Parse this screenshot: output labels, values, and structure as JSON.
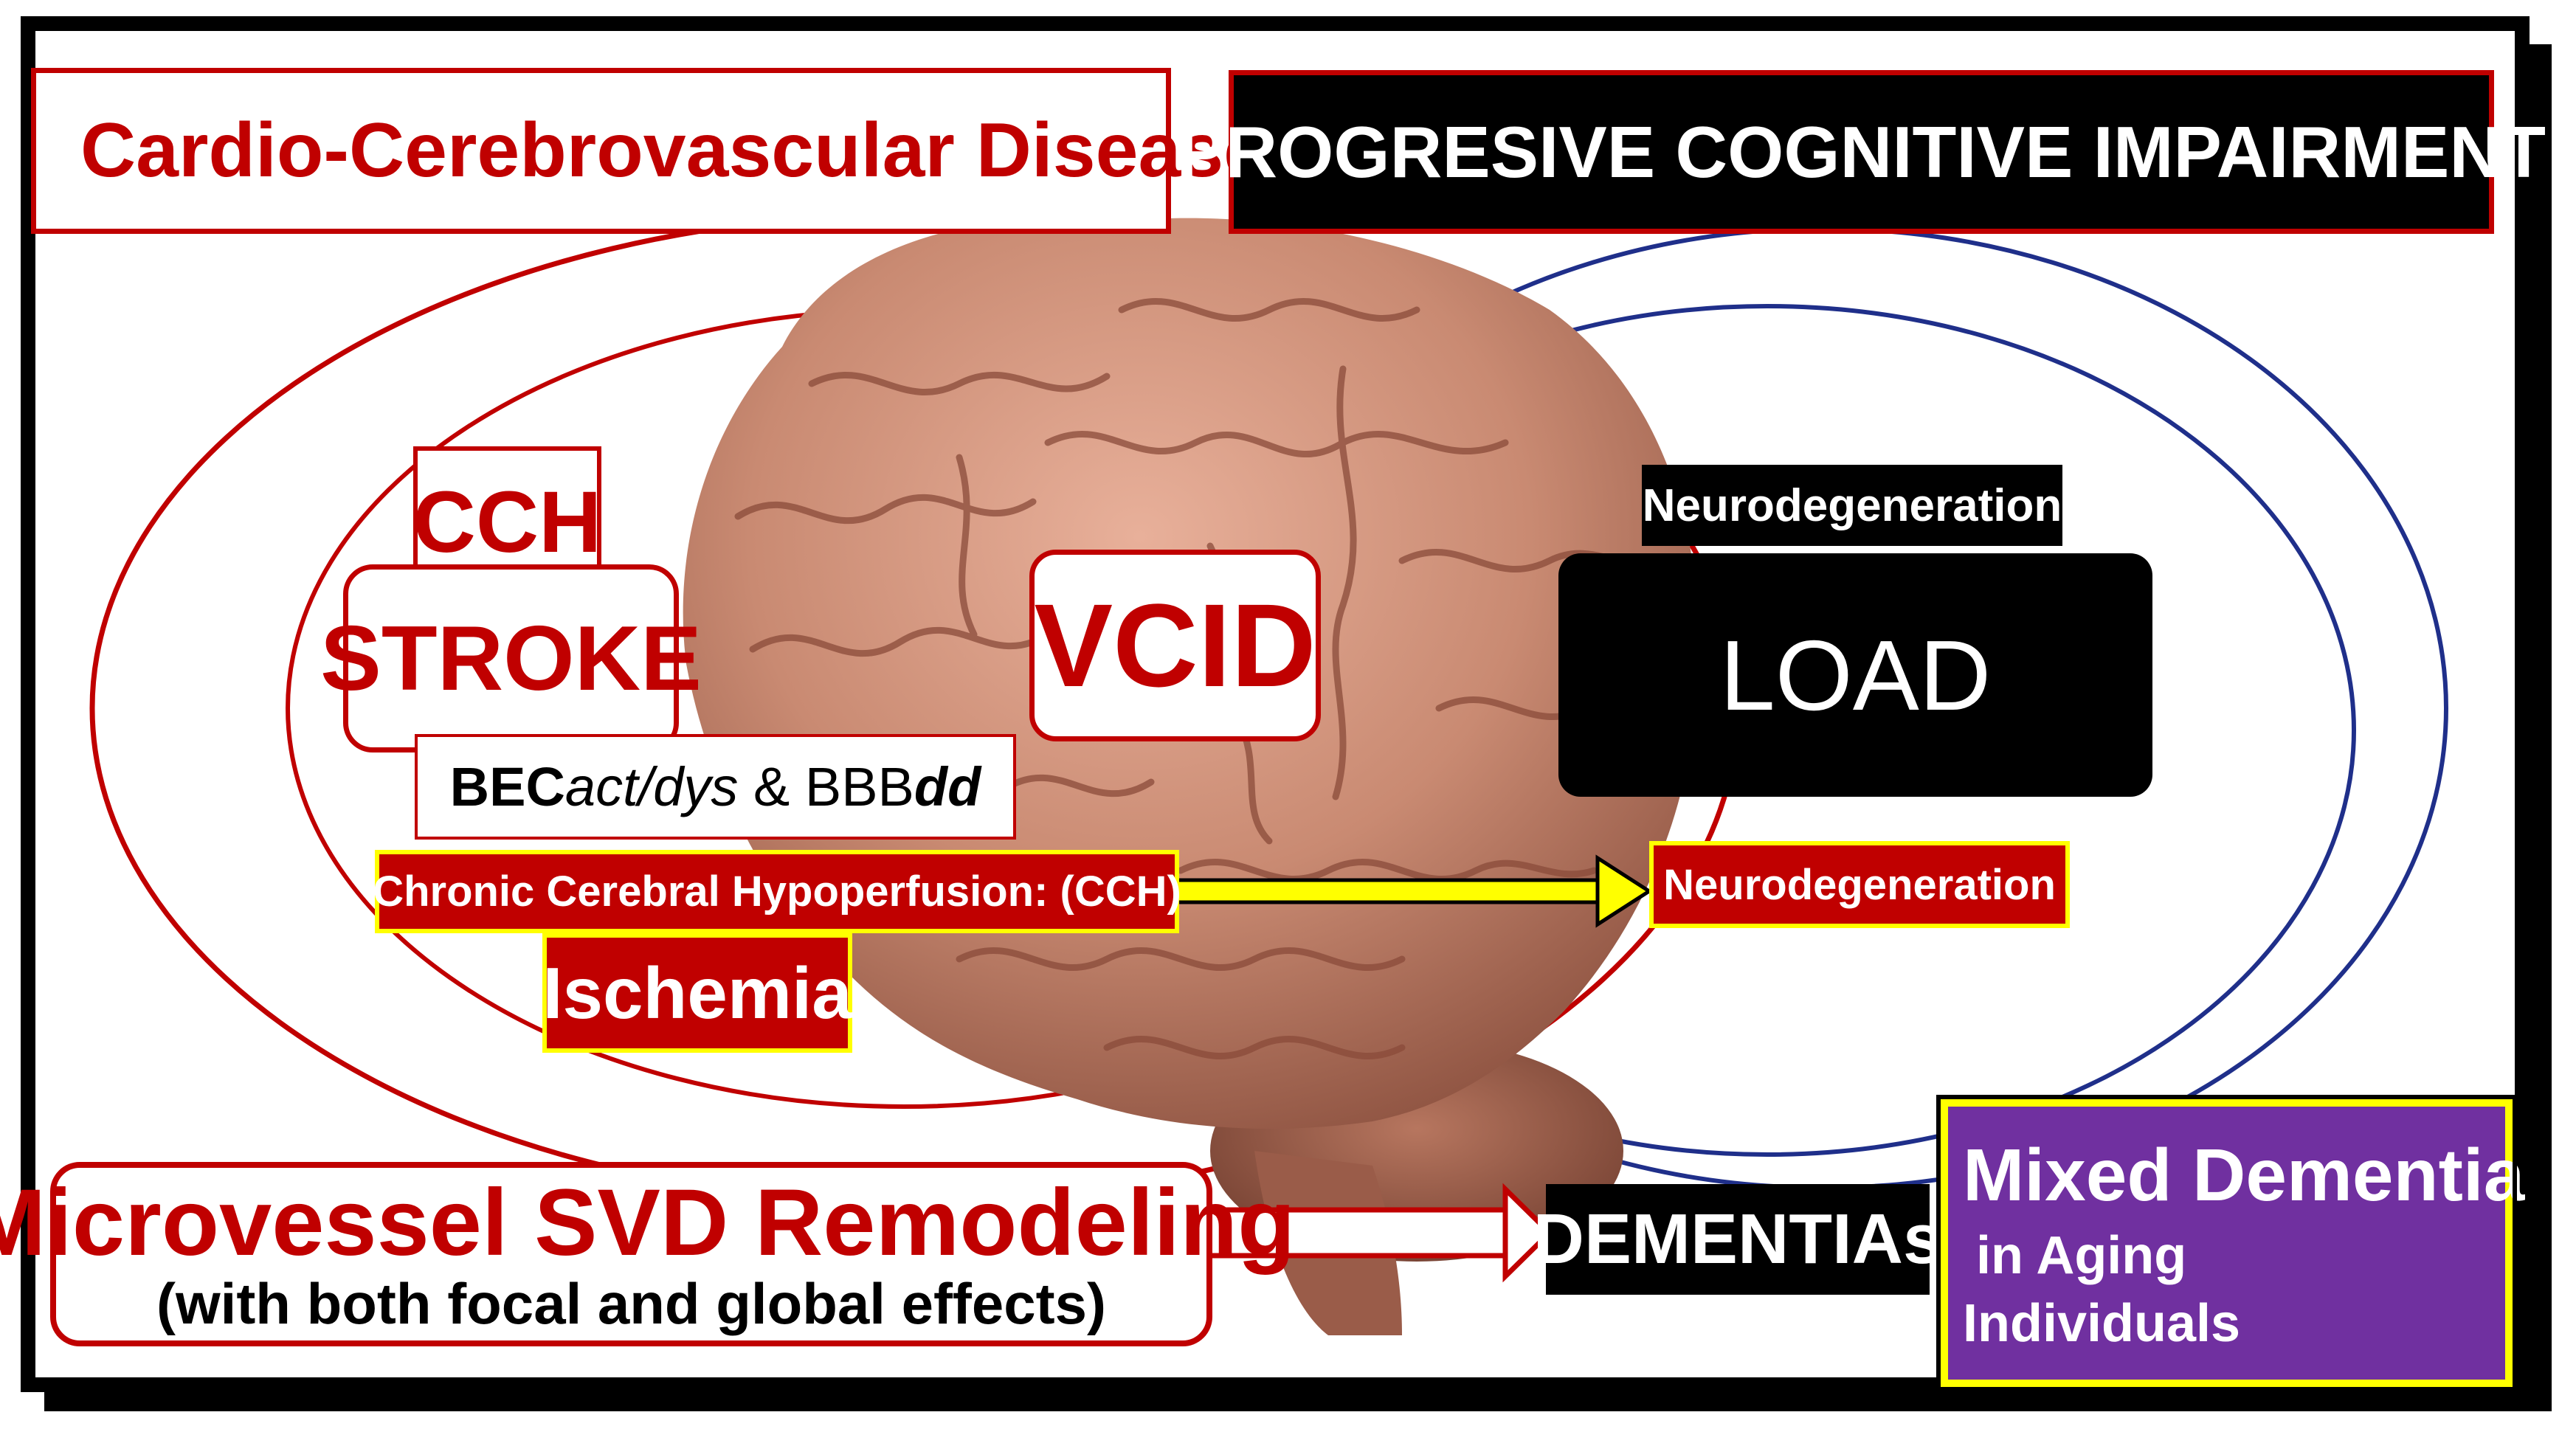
{
  "header": {
    "left_title": "Cardio-Cerebrovascular  Disease",
    "right_title": "PROGRESIVE COGNITIVE IMPAIRMENT"
  },
  "left_cluster": {
    "cch": "CCH",
    "stroke": "STROKE",
    "bec_prefix": "BEC",
    "bec_italic": "act/dys",
    "bec_amp": " & BBB",
    "bec_bold_italic": "dd",
    "chronic": "Chronic Cerebral Hypoperfusion: (CCH)",
    "ischemia": "Ischemia"
  },
  "center": {
    "vcid": "VCID"
  },
  "right_cluster": {
    "neuro_top": "Neurodegeneration",
    "load": "LOAD",
    "neuro_bottom": "Neurodegeneration"
  },
  "bottom": {
    "svd_title": "Microvessel SVD Remodeling",
    "svd_sub": "(with both focal and global effects)",
    "dementias": "DEMENTIAs",
    "mixed_title": "Mixed Dementia",
    "mixed_line2": "in Aging",
    "mixed_line3": "Individuals"
  },
  "colors": {
    "red": "#c00000",
    "navy": "#1f2f8a",
    "yellow": "#ffff00",
    "purple": "#7030a0",
    "brain": "#c98a72"
  }
}
